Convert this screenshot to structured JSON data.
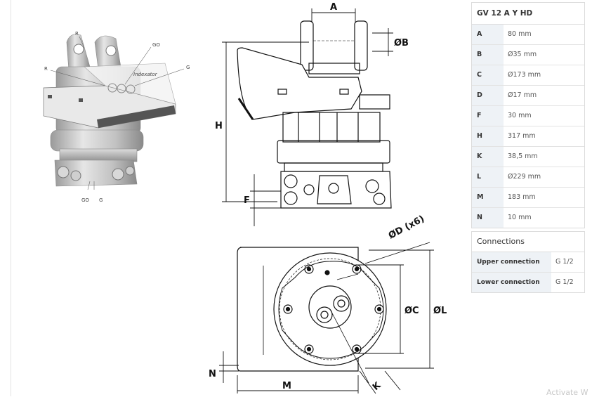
{
  "figure": {
    "callouts_3d": {
      "r_top": "R",
      "go_top": "GO",
      "r_left": "R",
      "g_right": "G",
      "go_bottom": "GO",
      "g_bottom": "G"
    },
    "dimension_labels": {
      "a": "A",
      "b": "ØB",
      "h": "H",
      "f": "F",
      "d": "ØD (x6)",
      "c": "ØC",
      "l": "ØL",
      "n": "N",
      "m": "M",
      "k": "K"
    }
  },
  "spec_table": {
    "title": "GV 12 A Y HD",
    "rows": [
      {
        "key": "A",
        "value": "80 mm"
      },
      {
        "key": "B",
        "value": "Ø35 mm"
      },
      {
        "key": "C",
        "value": "Ø173 mm"
      },
      {
        "key": "D",
        "value": "Ø17 mm"
      },
      {
        "key": "F",
        "value": "30 mm"
      },
      {
        "key": "H",
        "value": "317 mm"
      },
      {
        "key": "K",
        "value": "38,5 mm"
      },
      {
        "key": "L",
        "value": "Ø229 mm"
      },
      {
        "key": "M",
        "value": "183 mm"
      },
      {
        "key": "N",
        "value": "10 mm"
      }
    ]
  },
  "connections_table": {
    "title": "Connections",
    "rows": [
      {
        "key": "Upper connection",
        "value": "G 1/2"
      },
      {
        "key": "Lower connection",
        "value": "G 1/2"
      }
    ]
  },
  "watermark": "Activate W"
}
